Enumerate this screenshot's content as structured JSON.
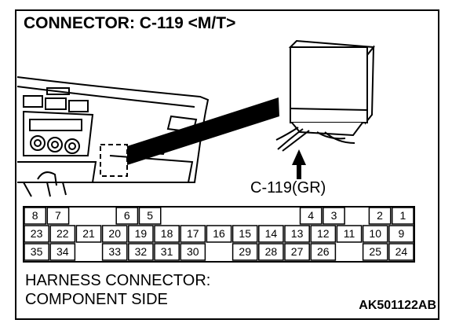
{
  "title": "CONNECTOR: C-119 <M/T>",
  "callout_label": "C-119(GR)",
  "caption_line1": "HARNESS CONNECTOR:",
  "caption_line2": "COMPONENT SIDE",
  "figure_code": "AK501122AB",
  "connector": {
    "rows": [
      [
        "8",
        "7",
        "",
        "",
        "6",
        "5",
        "",
        "",
        "",
        "",
        "",
        "",
        "4",
        "3",
        "",
        "2",
        "1"
      ],
      [
        "23",
        "22",
        "21",
        "20",
        "19",
        "18",
        "17",
        "16",
        "15",
        "14",
        "13",
        "12",
        "11",
        "10",
        "9"
      ],
      [
        "35",
        "34",
        "",
        "33",
        "32",
        "31",
        "30",
        "",
        "29",
        "28",
        "27",
        "26",
        "",
        "25",
        "24"
      ]
    ]
  },
  "colors": {
    "line": "#000000",
    "background": "#ffffff"
  }
}
